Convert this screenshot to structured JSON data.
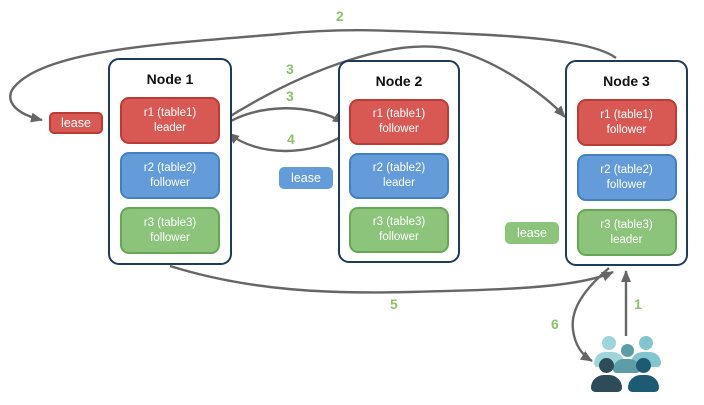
{
  "diagram": {
    "nodes": [
      {
        "title": "Node 1",
        "replicas": [
          {
            "name": "r1 (table1)",
            "role": "leader",
            "color": "red"
          },
          {
            "name": "r2 (table2)",
            "role": "follower",
            "color": "blue"
          },
          {
            "name": "r3 (table3)",
            "role": "follower",
            "color": "green"
          }
        ]
      },
      {
        "title": "Node 2",
        "replicas": [
          {
            "name": "r1 (table1)",
            "role": "follower",
            "color": "red"
          },
          {
            "name": "r2 (table2)",
            "role": "leader",
            "color": "blue"
          },
          {
            "name": "r3 (table3)",
            "role": "follower",
            "color": "green"
          }
        ]
      },
      {
        "title": "Node 3",
        "replicas": [
          {
            "name": "r1 (table1)",
            "role": "follower",
            "color": "red"
          },
          {
            "name": "r2 (table2)",
            "role": "follower",
            "color": "blue"
          },
          {
            "name": "r3 (table3)",
            "role": "leader",
            "color": "green"
          }
        ]
      }
    ],
    "leases": [
      {
        "label": "lease",
        "color": "red"
      },
      {
        "label": "lease",
        "color": "blue"
      },
      {
        "label": "lease",
        "color": "green"
      }
    ],
    "steps": [
      "2",
      "3",
      "3",
      "4",
      "5",
      "1",
      "6"
    ],
    "icons": {
      "users": "users-group-icon"
    }
  },
  "colors": {
    "replica_red_fill": "#D85954",
    "replica_red_border": "#BB3B35",
    "replica_blue_fill": "#639CD9",
    "replica_blue_border": "#4380BF",
    "replica_green_fill": "#8CC47C",
    "replica_green_border": "#67A655",
    "node_border": "#1F3B5C",
    "arrow": "#666666",
    "step_label": "#8CBF6E",
    "users_icon": [
      "#9FD4DA",
      "#82C5CE",
      "#5C9DA8",
      "#2E4B59",
      "#1D5B72"
    ]
  }
}
